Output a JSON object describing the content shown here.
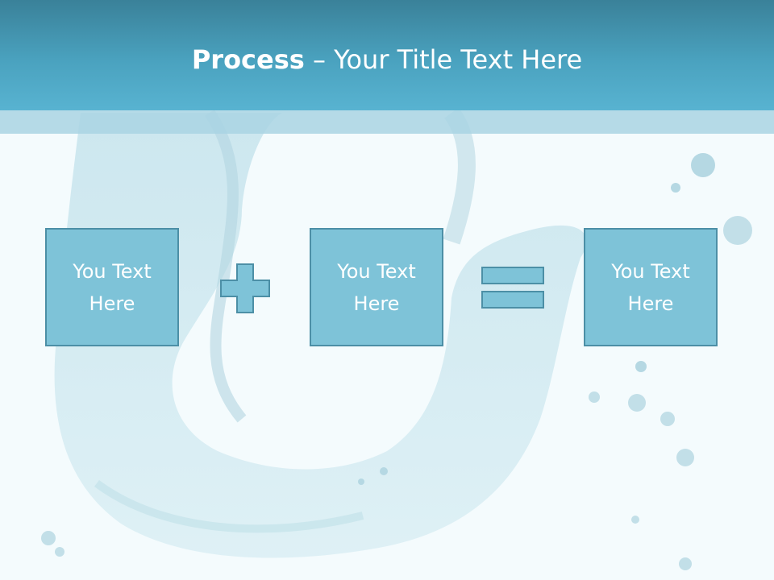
{
  "title": {
    "bold": "Process",
    "separator": " – ",
    "rest": "Your Title Text Here"
  },
  "boxes": [
    {
      "text": "You Text Here"
    },
    {
      "text": "You Text Here"
    },
    {
      "text": "You Text Here"
    }
  ],
  "operators": [
    "plus-icon",
    "equals-icon"
  ],
  "colors": {
    "header": "#4aa2bf",
    "box_fill": "#7ec3d8",
    "box_border": "#4c8fa6",
    "text": "#ffffff"
  }
}
